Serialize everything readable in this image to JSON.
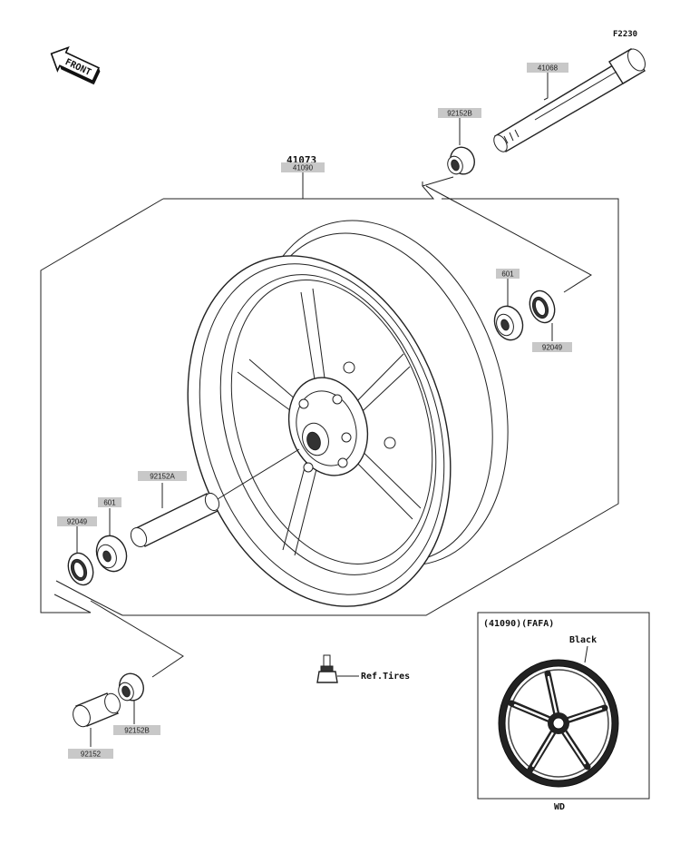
{
  "diagram": {
    "code": "F2230",
    "front_label": "FRONT",
    "assembly_label": "41073",
    "parts": [
      {
        "id": "41068",
        "name": "part-label-41068"
      },
      {
        "id": "92152B",
        "name": "part-label-92152b-top"
      },
      {
        "id": "41090",
        "name": "part-label-41090"
      },
      {
        "id": "601",
        "name": "part-label-601-right"
      },
      {
        "id": "92049",
        "name": "part-label-92049-right"
      },
      {
        "id": "92152A",
        "name": "part-label-92152a"
      },
      {
        "id": "601",
        "name": "part-label-601-left"
      },
      {
        "id": "92049",
        "name": "part-label-92049-left"
      },
      {
        "id": "92152B",
        "name": "part-label-92152b-bottom"
      },
      {
        "id": "92152",
        "name": "part-label-92152"
      }
    ],
    "ref_tires": "Ref.Tires",
    "inset": {
      "title": "(41090)(FAFA)",
      "color_label": "Black",
      "footer": "WD"
    }
  }
}
